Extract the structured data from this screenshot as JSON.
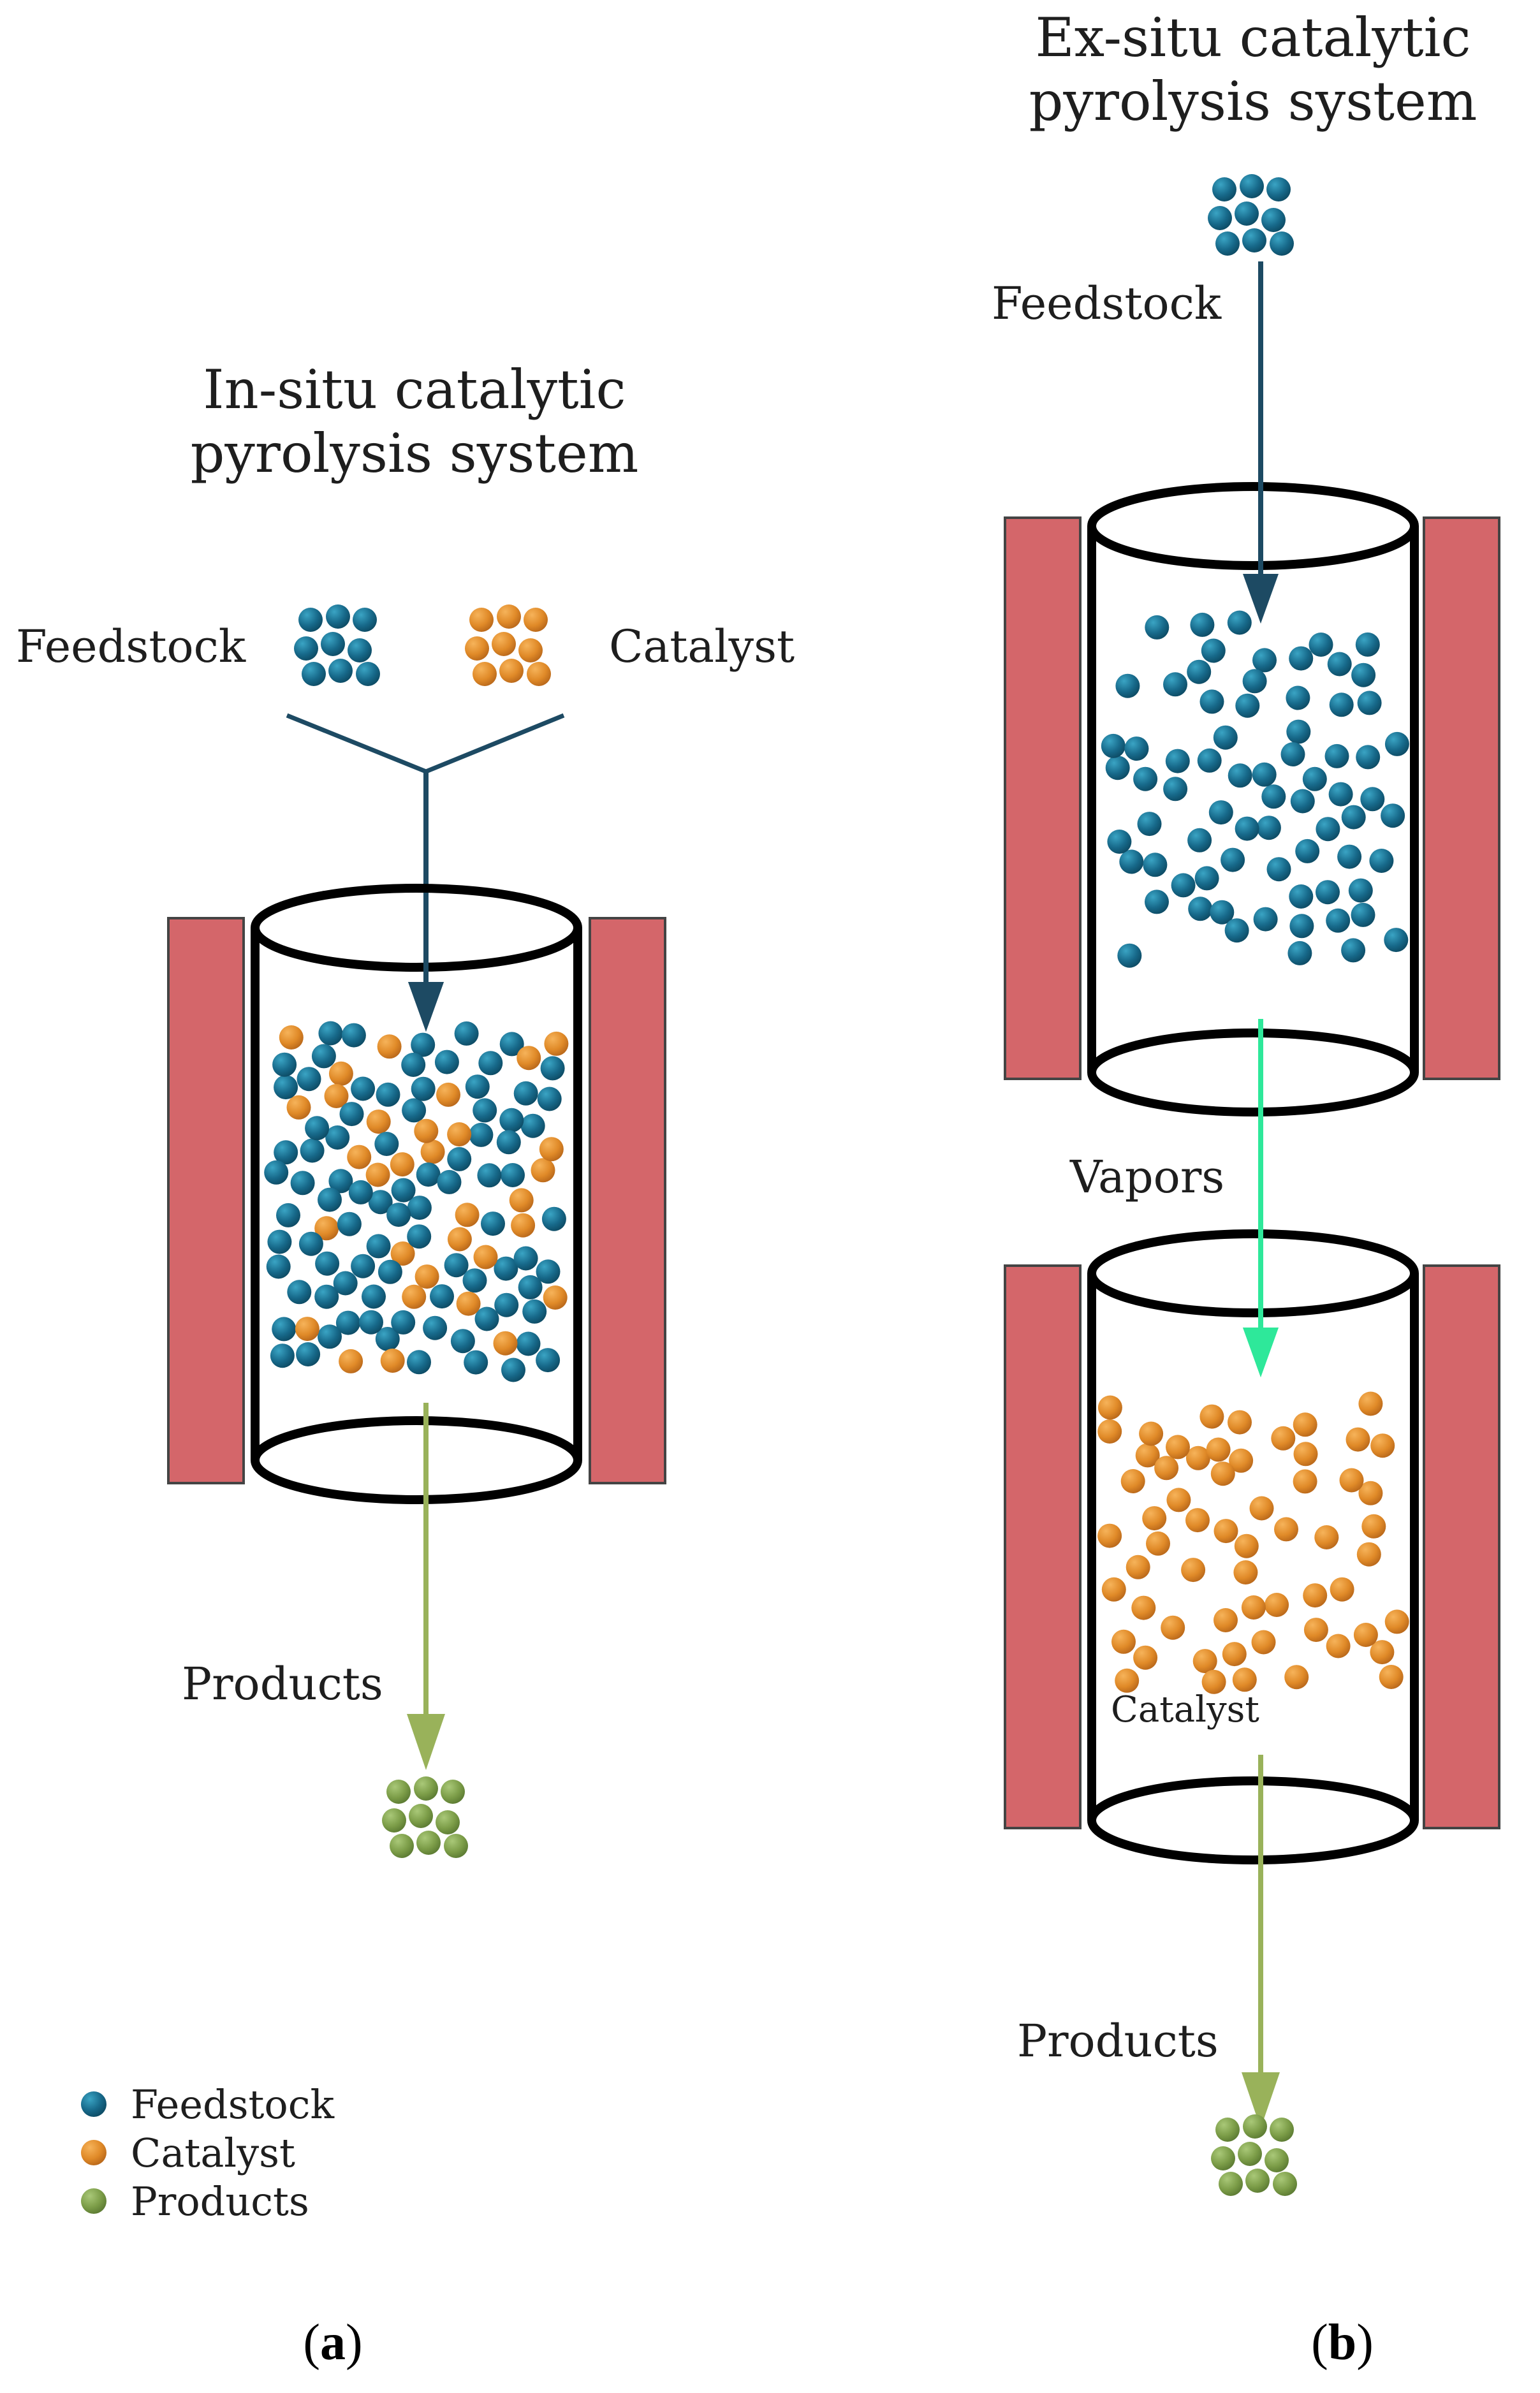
{
  "colors": {
    "feedstock": "#1b6f8e",
    "catalyst": "#e08c2a",
    "products": "#7ea04a",
    "heater": "#d4666a",
    "arrow_feed": "#1d4a63",
    "arrow_vapor": "#2ee89a",
    "arrow_product": "#99b25a"
  },
  "panel_a": {
    "title_line1": "In-situ catalytic",
    "title_line2": "pyrolysis system",
    "feedstock_label": "Feedstock",
    "catalyst_label": "Catalyst",
    "products_label": "Products",
    "tag_letter": "a"
  },
  "panel_b": {
    "title_line1": "Ex-situ catalytic",
    "title_line2": "pyrolysis system",
    "feedstock_label": "Feedstock",
    "vapors_label": "Vapors",
    "catalyst_label": "Catalyst",
    "products_label": "Products",
    "tag_letter": "b"
  },
  "legend": {
    "feedstock": "Feedstock",
    "catalyst": "Catalyst",
    "products": "Products"
  }
}
